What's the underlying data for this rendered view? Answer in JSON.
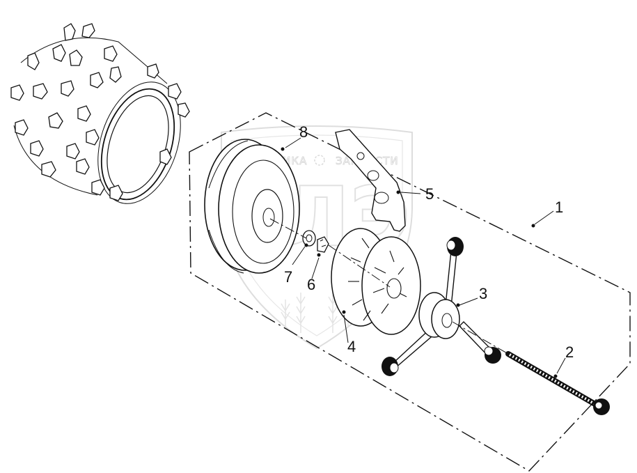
{
  "watermark": {
    "text_left": "ТЕХНИКА",
    "text_right": "ЗАПЧАСТИ",
    "logo": "ЗЛЭ"
  },
  "callouts": [
    {
      "id": "1",
      "label": "1"
    },
    {
      "id": "2",
      "label": "2"
    },
    {
      "id": "3",
      "label": "3"
    },
    {
      "id": "4",
      "label": "4"
    },
    {
      "id": "5",
      "label": "5"
    },
    {
      "id": "6",
      "label": "6"
    },
    {
      "id": "7",
      "label": "7"
    },
    {
      "id": "8",
      "label": "8"
    }
  ]
}
